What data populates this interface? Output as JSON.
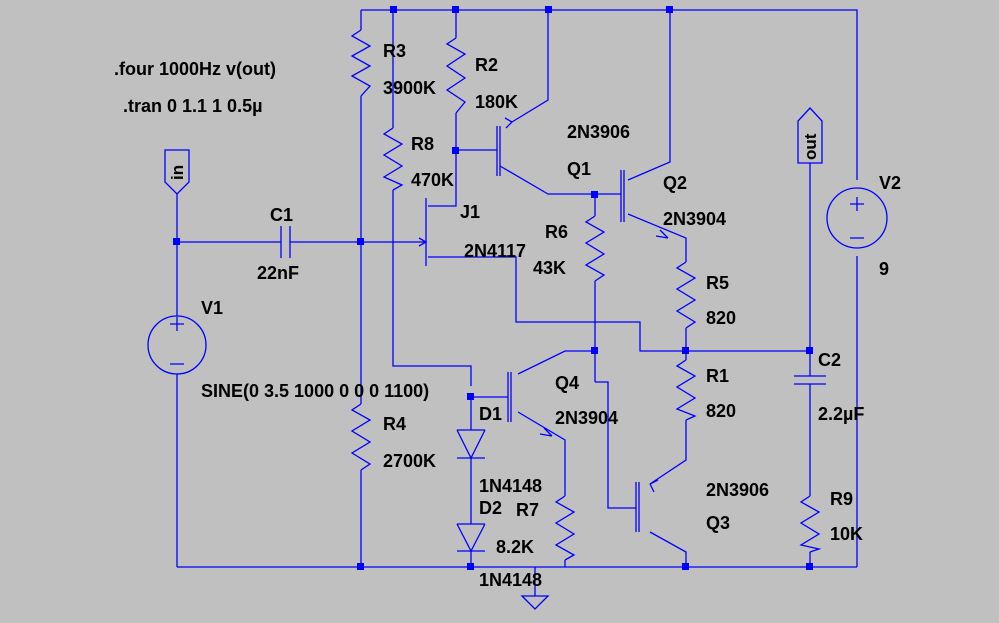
{
  "directives": {
    "four": ".four 1000Hz v(out)",
    "tran": ".tran 0 1.1 1 0.5µ"
  },
  "ports": {
    "in": "in",
    "out": "out"
  },
  "components": {
    "C1": {
      "ref": "C1",
      "value": "22nF"
    },
    "C2": {
      "ref": "C2",
      "value": "2.2µF"
    },
    "R1": {
      "ref": "R1",
      "value": "820"
    },
    "R2": {
      "ref": "R2",
      "value": "180K"
    },
    "R3": {
      "ref": "R3",
      "value": "3900K"
    },
    "R4": {
      "ref": "R4",
      "value": "2700K"
    },
    "R5": {
      "ref": "R5",
      "value": "820"
    },
    "R6": {
      "ref": "R6",
      "value": "43K"
    },
    "R7": {
      "ref": "R7",
      "value": "8.2K"
    },
    "R8": {
      "ref": "R8",
      "value": "470K"
    },
    "R9": {
      "ref": "R9",
      "value": "10K"
    },
    "Q1": {
      "ref": "Q1",
      "value": "2N3906"
    },
    "Q2": {
      "ref": "Q2",
      "value": "2N3904"
    },
    "Q3": {
      "ref": "Q3",
      "value": "2N3906"
    },
    "Q4": {
      "ref": "Q4",
      "value": "2N3904"
    },
    "J1": {
      "ref": "J1",
      "value": "2N4117"
    },
    "D1": {
      "ref": "D1",
      "value": "1N4148"
    },
    "D2": {
      "ref": "D2",
      "value": "1N4148"
    },
    "V1": {
      "ref": "V1",
      "value": "SINE(0 3.5 1000 0 0 0 1100)"
    },
    "V2": {
      "ref": "V2",
      "value": "9"
    }
  },
  "colors": {
    "background": "#c0c0c0",
    "wire": "#0000ff",
    "text": "#000000"
  }
}
